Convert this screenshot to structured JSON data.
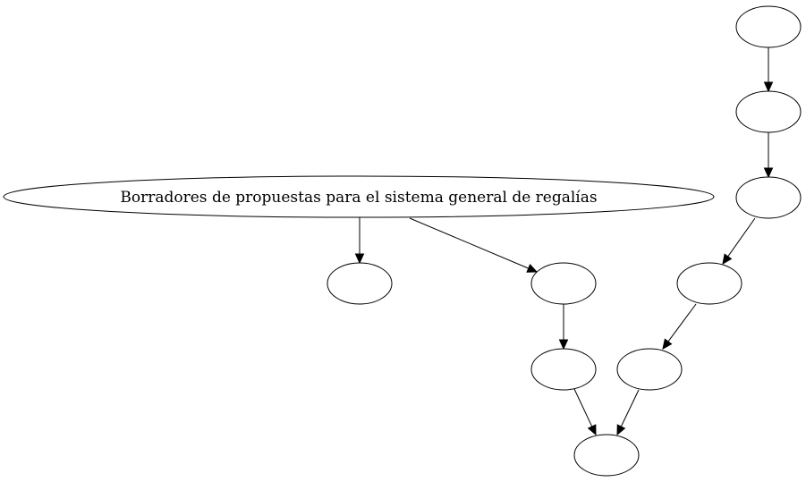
{
  "diagram": {
    "type": "directed-graph",
    "nodes": [
      {
        "id": "root",
        "label": "Borradores de propuestas para el sistema general de regalías"
      },
      {
        "id": "n_left",
        "label": ""
      },
      {
        "id": "n_mid1",
        "label": ""
      },
      {
        "id": "n_mid2",
        "label": ""
      },
      {
        "id": "n_bottom",
        "label": ""
      },
      {
        "id": "n_r1",
        "label": ""
      },
      {
        "id": "n_r2",
        "label": ""
      },
      {
        "id": "n_r3",
        "label": ""
      },
      {
        "id": "n_r4",
        "label": ""
      },
      {
        "id": "n_r5",
        "label": ""
      }
    ],
    "edges": [
      {
        "from": "root",
        "to": "n_left"
      },
      {
        "from": "root",
        "to": "n_mid1"
      },
      {
        "from": "n_mid1",
        "to": "n_mid2"
      },
      {
        "from": "n_mid2",
        "to": "n_bottom"
      },
      {
        "from": "n_r1",
        "to": "n_r2"
      },
      {
        "from": "n_r2",
        "to": "n_r3"
      },
      {
        "from": "n_r3",
        "to": "n_r4"
      },
      {
        "from": "n_r4",
        "to": "n_r5"
      },
      {
        "from": "n_r5",
        "to": "n_bottom"
      }
    ]
  }
}
